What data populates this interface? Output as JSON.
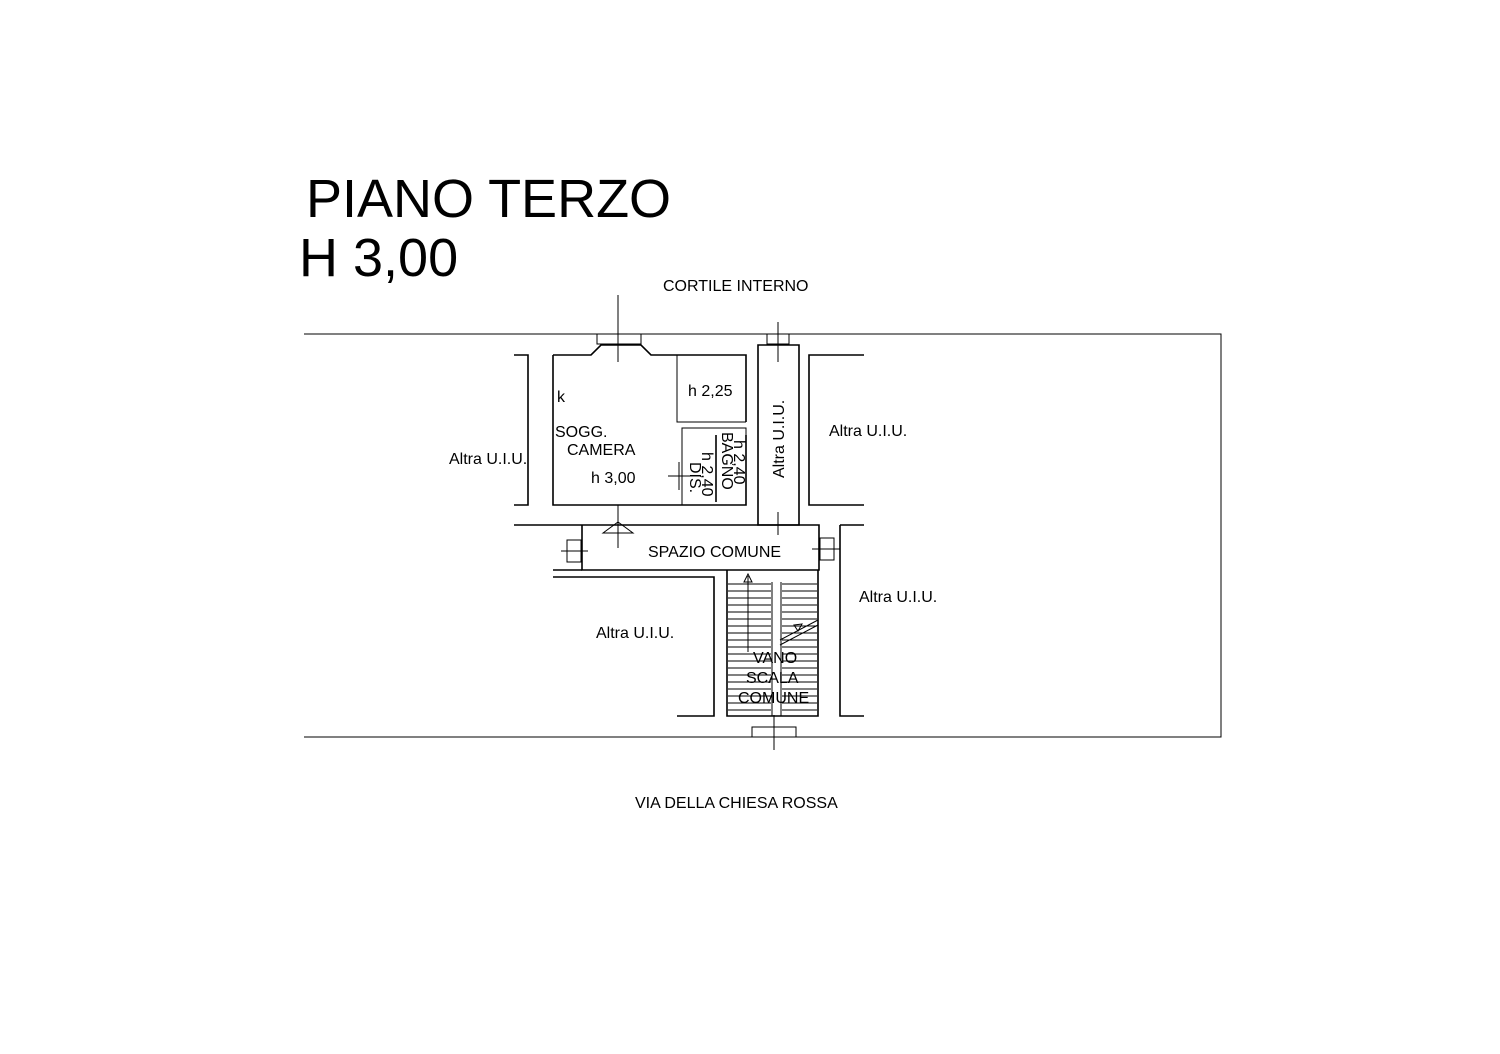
{
  "title": {
    "floor": "PIANO TERZO",
    "height": "H 3,00"
  },
  "orientation": {
    "top": "CORTILE INTERNO",
    "bottom": "VIA DELLA CHIESA ROSSA"
  },
  "rooms": {
    "sogg_line1": "SOGG.",
    "sogg_line2": "CAMERA",
    "sogg_height": "h 3,00",
    "kitchen_mark": "k",
    "loft_height": "h 2,25",
    "dis": "DIS.",
    "dis_height": "h 2,40",
    "bagno": "BAGNO",
    "bagno_height": "h 2,40",
    "common_space": "SPAZIO COMUNE",
    "stair_line1": "VANO",
    "stair_line2": "SCALA",
    "stair_line3": "COMUNE"
  },
  "neighbors": {
    "west": "Altra U.I.U.",
    "shaft": "Altra U.I.U.",
    "northeast": "Altra U.I.U.",
    "southeast": "Altra U.I.U.",
    "southwest": "Altra U.I.U."
  }
}
